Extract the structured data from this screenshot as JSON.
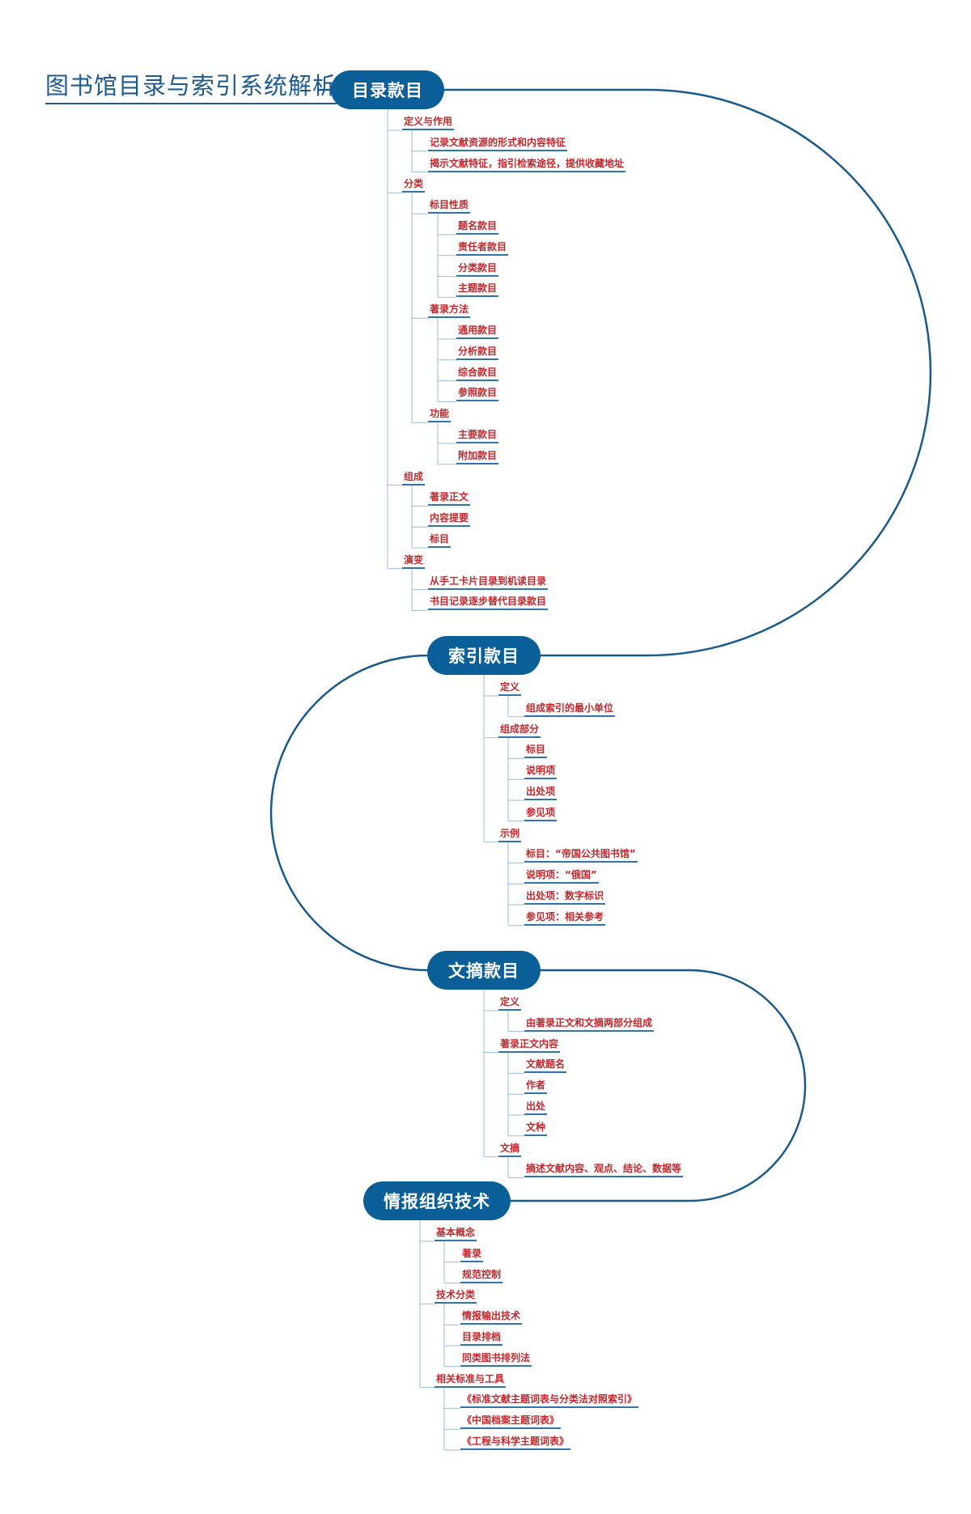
{
  "title": "图书馆目录与索引系统解析",
  "colors": {
    "main": "#0b5f99",
    "text": "#c0282d",
    "line": "#1a5a8a",
    "connector": "#9dbbd3"
  },
  "sections": [
    {
      "label": "目录款目",
      "children": [
        {
          "label": "定义与作用",
          "children": [
            {
              "label": "记录文献资源的形式和内容特征"
            },
            {
              "label": "揭示文献特征，指引检索途径，提供收藏地址"
            }
          ]
        },
        {
          "label": "分类",
          "children": [
            {
              "label": "标目性质",
              "children": [
                {
                  "label": "题名款目"
                },
                {
                  "label": "责任者款目"
                },
                {
                  "label": "分类款目"
                },
                {
                  "label": "主题款目"
                }
              ]
            },
            {
              "label": "著录方法",
              "children": [
                {
                  "label": "通用款目"
                },
                {
                  "label": "分析款目"
                },
                {
                  "label": "综合款目"
                },
                {
                  "label": "参照款目"
                }
              ]
            },
            {
              "label": "功能",
              "children": [
                {
                  "label": "主要款目"
                },
                {
                  "label": "附加款目"
                }
              ]
            }
          ]
        },
        {
          "label": "组成",
          "children": [
            {
              "label": "著录正文"
            },
            {
              "label": "内容提要"
            },
            {
              "label": "标目"
            }
          ]
        },
        {
          "label": "演变",
          "children": [
            {
              "label": "从手工卡片目录到机读目录"
            },
            {
              "label": "书目记录逐步替代目录款目"
            }
          ]
        }
      ]
    },
    {
      "label": "索引款目",
      "children": [
        {
          "label": "定义",
          "children": [
            {
              "label": "组成索引的最小单位"
            }
          ]
        },
        {
          "label": "组成部分",
          "children": [
            {
              "label": "标目"
            },
            {
              "label": "说明项"
            },
            {
              "label": "出处项"
            },
            {
              "label": "参见项"
            }
          ]
        },
        {
          "label": "示例",
          "children": [
            {
              "label": "标目：“帝国公共图书馆”"
            },
            {
              "label": "说明项：“俄国”"
            },
            {
              "label": "出处项：数字标识"
            },
            {
              "label": "参见项：相关参考"
            }
          ]
        }
      ]
    },
    {
      "label": "文摘款目",
      "children": [
        {
          "label": "定义",
          "children": [
            {
              "label": "由著录正文和文摘两部分组成"
            }
          ]
        },
        {
          "label": "著录正文内容",
          "children": [
            {
              "label": "文献题名"
            },
            {
              "label": "作者"
            },
            {
              "label": "出处"
            },
            {
              "label": "文种"
            }
          ]
        },
        {
          "label": "文摘",
          "children": [
            {
              "label": "摘述文献内容、观点、结论、数据等"
            }
          ]
        }
      ]
    },
    {
      "label": "情报组织技术",
      "children": [
        {
          "label": "基本概念",
          "children": [
            {
              "label": "著录"
            },
            {
              "label": "规范控制"
            }
          ]
        },
        {
          "label": "技术分类",
          "children": [
            {
              "label": "情报输出技术"
            },
            {
              "label": "目录排档"
            },
            {
              "label": "同类图书排列法"
            }
          ]
        },
        {
          "label": "相关标准与工具",
          "children": [
            {
              "label": "《标准文献主题词表与分类法对照索引》"
            },
            {
              "label": "《中国档案主题词表》"
            },
            {
              "label": "《工程与科学主题词表》"
            }
          ]
        }
      ]
    }
  ]
}
